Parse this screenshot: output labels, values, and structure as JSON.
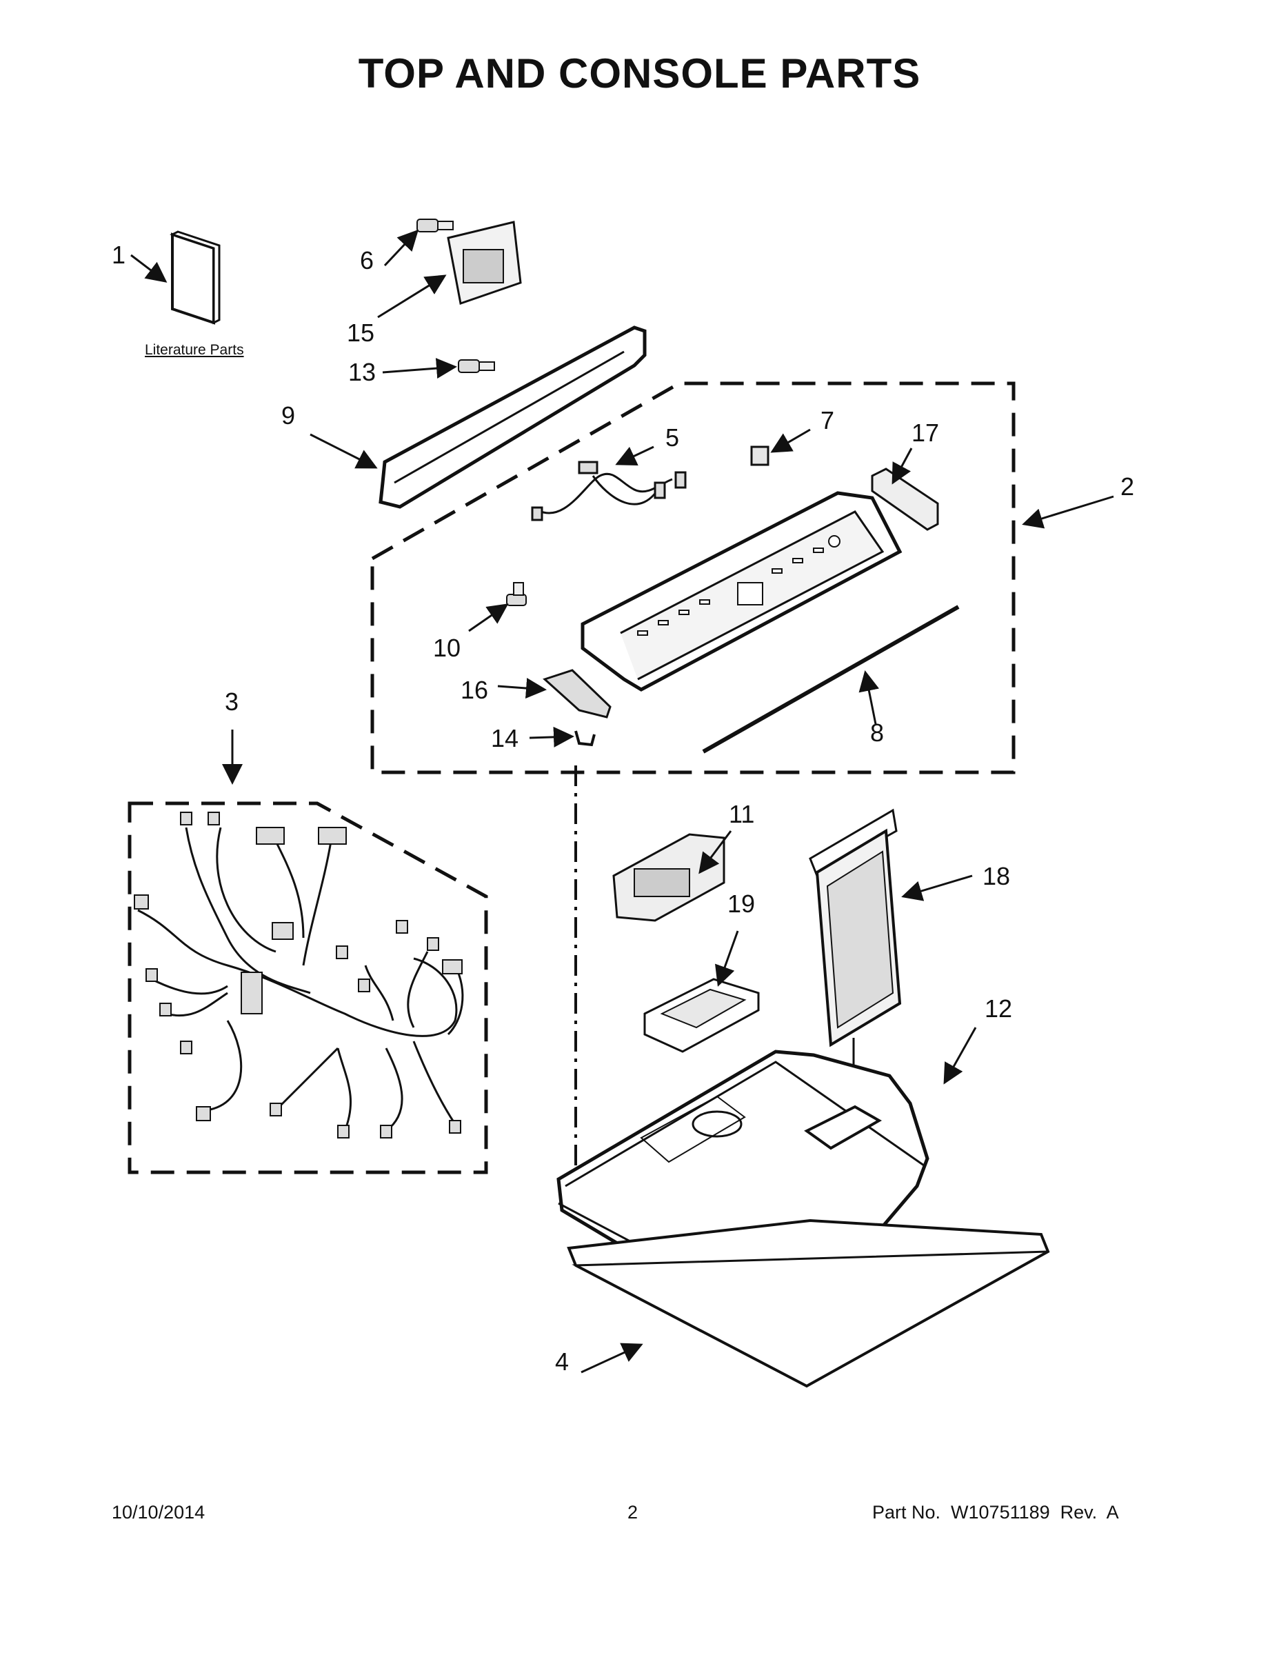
{
  "title": "TOP AND CONSOLE PARTS",
  "literature_label": "Literature Parts",
  "callouts": {
    "c1": "1",
    "c2": "2",
    "c3": "3",
    "c4": "4",
    "c5": "5",
    "c6": "6",
    "c7": "7",
    "c8": "8",
    "c9": "9",
    "c10": "10",
    "c11": "11",
    "c12": "12",
    "c13": "13",
    "c14": "14",
    "c15": "15",
    "c16": "16",
    "c17": "17",
    "c18": "18",
    "c19": "19"
  },
  "footer": {
    "date": "10/10/2014",
    "page": "2",
    "part_no": "Part No.  W10751189  Rev.  A"
  }
}
